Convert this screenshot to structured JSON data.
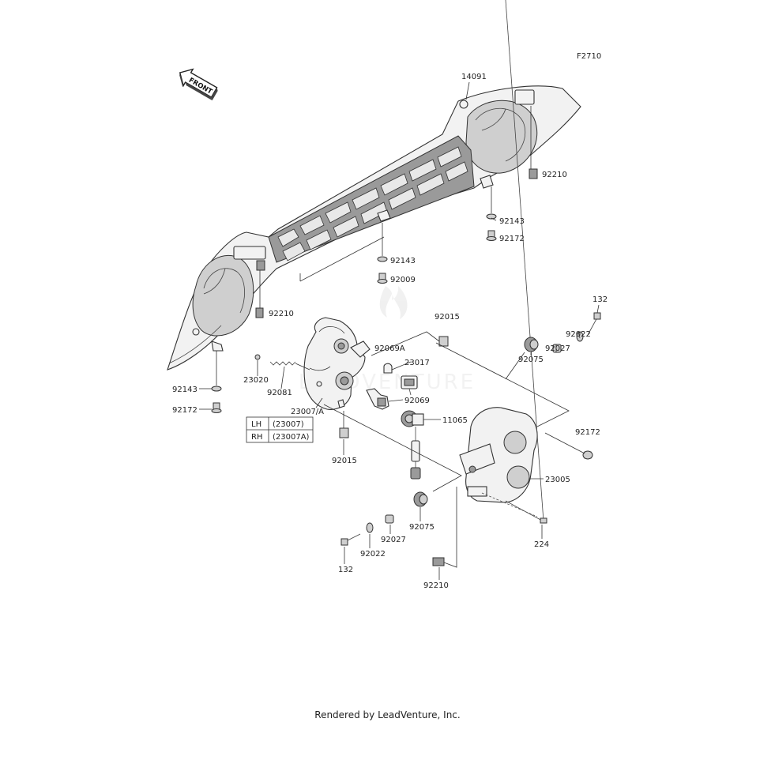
{
  "figure_code": "F2710",
  "front_label": "FRONT",
  "footer": "Rendered by LeadVenture, Inc.",
  "watermark": "LEADVENTURE",
  "table": {
    "rows": [
      {
        "side": "LH",
        "part": "(23007)"
      },
      {
        "side": "RH",
        "part": "(23007A)"
      }
    ]
  },
  "labels": {
    "p14091": "14091",
    "p92210_tr": "92210",
    "p92143_r": "92143",
    "p92172_r": "92172",
    "p92143_c": "92143",
    "p92009": "92009",
    "p92210_l": "92210",
    "p92015_t": "92015",
    "p92069A": "92069A",
    "p23017": "23017",
    "p23020": "23020",
    "p92081": "92081",
    "p92069": "92069",
    "p23007A": "23007/A",
    "p11065": "11065",
    "p92143_l": "92143",
    "p92172_l": "92172",
    "p92015_b": "92015",
    "p92075_r": "92075",
    "p92027_r": "92027",
    "p92022_r": "92022",
    "p132_r": "132",
    "p92172_m": "92172",
    "p23005": "23005",
    "p92075_b": "92075",
    "p92027_b": "92027",
    "p92022_b": "92022",
    "p132_b": "132",
    "p224": "224",
    "p92210_b": "92210"
  }
}
